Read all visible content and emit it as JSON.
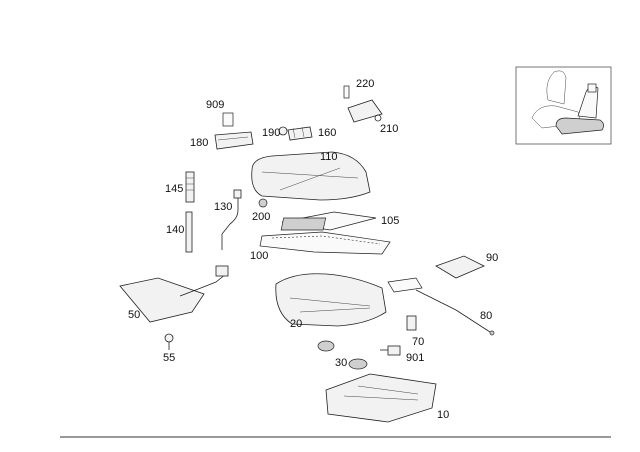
{
  "labels": {
    "l909": "909",
    "l180": "180",
    "l190": "190",
    "l160": "160",
    "l220": "220",
    "l210": "210",
    "l110": "110",
    "l145": "145",
    "l130": "130",
    "l200": "200",
    "l105": "105",
    "l140": "140",
    "l100": "100",
    "l90": "90",
    "l50": "50",
    "l20": "20",
    "l80": "80",
    "l70": "70",
    "l55": "55",
    "l30": "30",
    "l901": "901",
    "l10": "10"
  },
  "colors": {
    "stroke": "#222222",
    "fill": "#f2f2f2",
    "inset_border": "#555555",
    "footer_rule": "#333333"
  }
}
